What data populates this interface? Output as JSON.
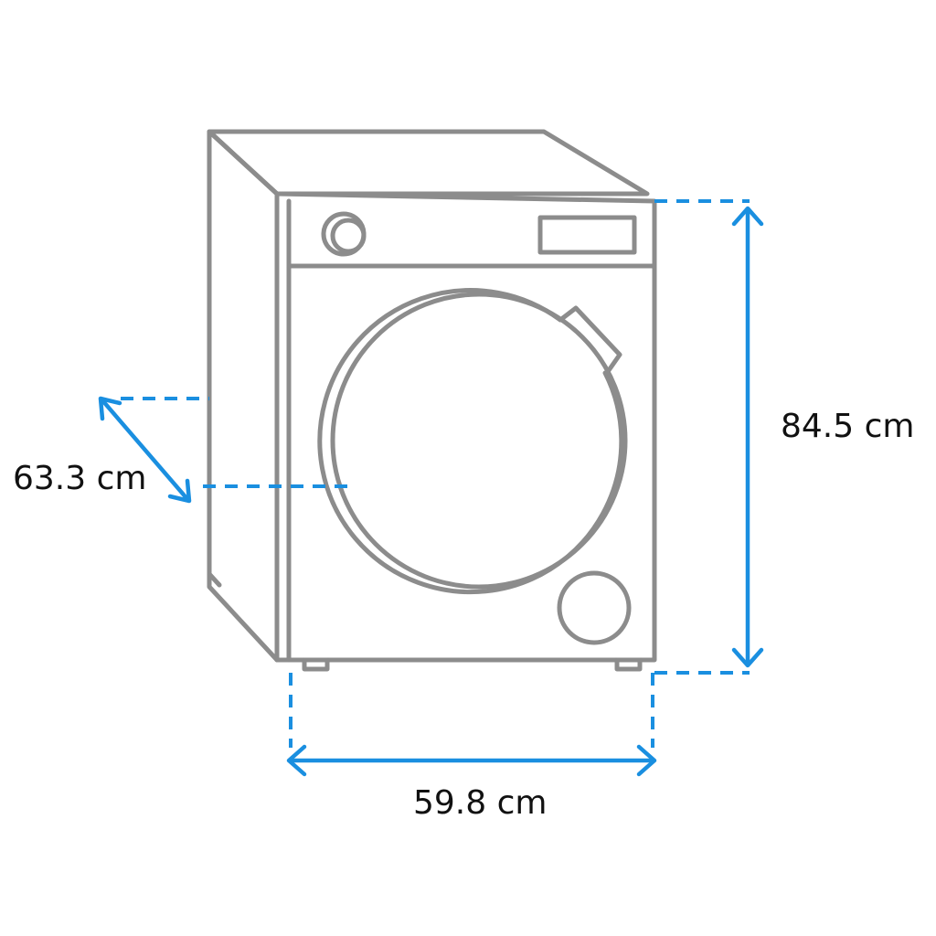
{
  "diagram": {
    "colors": {
      "outline": "#8c8c8c",
      "dimension": "#1a8fe0",
      "text": "#111111"
    },
    "dimensions": {
      "height": {
        "label": "84.5 cm"
      },
      "width": {
        "label": "59.8 cm"
      },
      "depth": {
        "label": "63.3 cm"
      }
    }
  }
}
